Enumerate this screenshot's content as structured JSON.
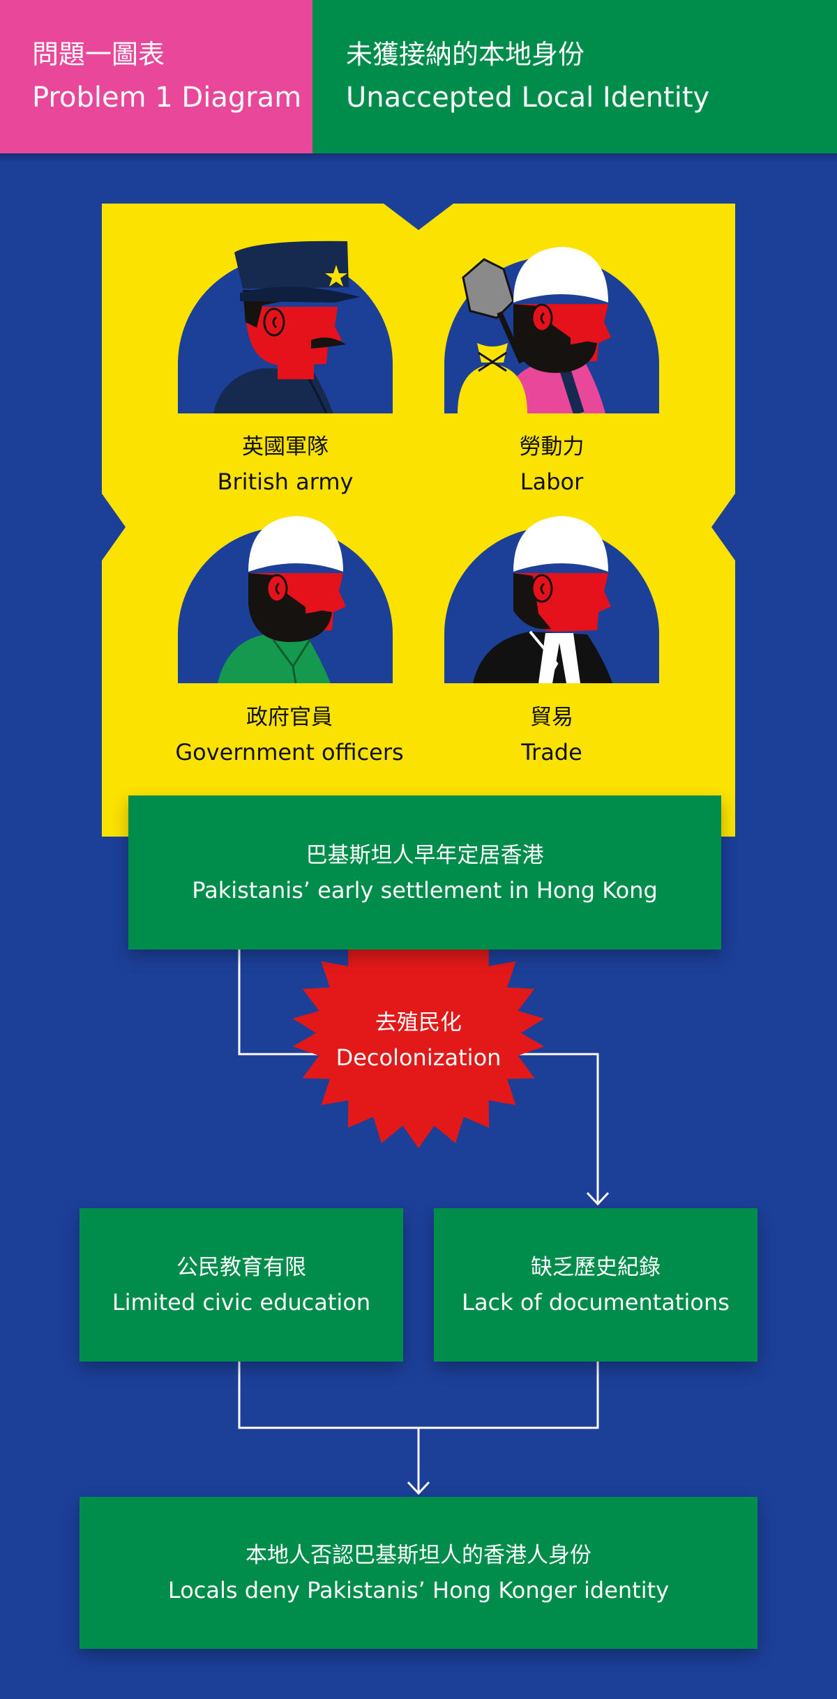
{
  "header": {
    "left": {
      "zh": "問題一圖表",
      "en": "Problem 1 Diagram"
    },
    "right": {
      "zh": "未獲接納的本地身份",
      "en": "Unaccepted Local Identity"
    }
  },
  "colors": {
    "background": "#1c3f98",
    "pink": "#e8479a",
    "green": "#008c4a",
    "yellow": "#fbe200",
    "red": "#e31919",
    "skin_red": "#e5121b"
  },
  "groups": [
    {
      "zh": "英國軍隊",
      "en": "British army",
      "icon": "soldier-portrait-icon"
    },
    {
      "zh": "勞動力",
      "en": "Labor",
      "icon": "laborer-portrait-icon"
    },
    {
      "zh": "政府官員",
      "en": "Government officers",
      "icon": "officer-portrait-icon"
    },
    {
      "zh": "貿易",
      "en": "Trade",
      "icon": "trader-portrait-icon"
    }
  ],
  "nodes": {
    "settlement": {
      "zh": "巴基斯坦人早年定居香港",
      "en": "Pakistanis’ early settlement in Hong Kong"
    },
    "decolonization": {
      "zh": "去殖民化",
      "en": "Decolonization"
    },
    "civic": {
      "zh": "公民教育有限",
      "en": "Limited civic education"
    },
    "documentation": {
      "zh": "缺乏歷史紀錄",
      "en": "Lack of documentations"
    },
    "deny": {
      "zh": "本地人否認巴基斯坦人的香港人身份",
      "en": "Locals deny Pakistanis’ Hong Konger identity"
    }
  }
}
